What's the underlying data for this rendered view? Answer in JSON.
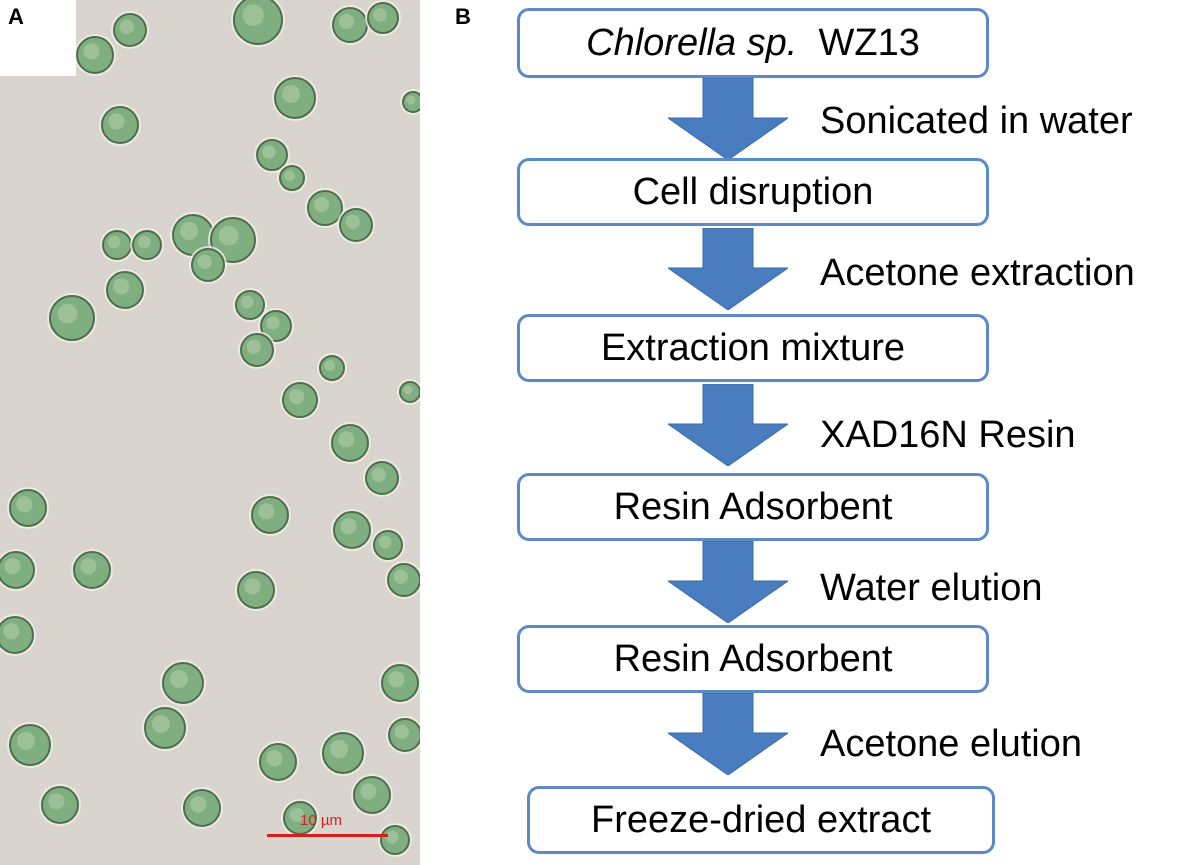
{
  "panels": {
    "a_label": "A",
    "b_label": "B"
  },
  "micrograph": {
    "scale_label": "10 µm",
    "scale_color": "#d62020",
    "cell_color": "#7fae80",
    "background_color": "#d9d4cd"
  },
  "flowchart": {
    "box_border_color": "#5b8ac7",
    "arrow_color": "#4a7cc0",
    "start": {
      "species": "Chlorella sp.",
      "strain": "WZ13"
    },
    "steps": [
      {
        "box": "Cell disruption",
        "process": "Sonicated in water"
      },
      {
        "box": "Extraction mixture",
        "process": "Acetone extraction"
      },
      {
        "box": "Resin Adsorbent",
        "process": "XAD16N Resin"
      },
      {
        "box": "Resin Adsorbent",
        "process": "Water elution"
      },
      {
        "box": "Freeze-dried extract",
        "process": "Acetone elution"
      }
    ]
  }
}
